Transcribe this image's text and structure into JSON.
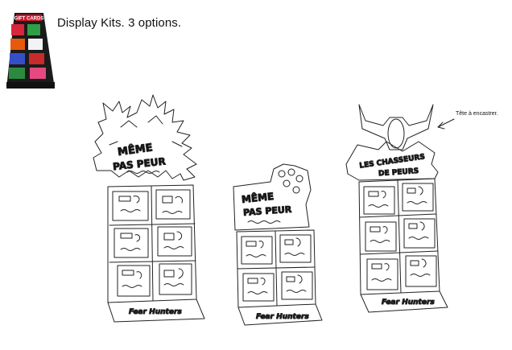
{
  "heading": "Display Kits. 3 options.",
  "thumbnail": {
    "header": "GIFT CARDS",
    "icon": "gift-card-display-photo"
  },
  "kits": [
    {
      "line1": "MÊME",
      "line2": "PAS PEUR",
      "brand": "Fear Hunters"
    },
    {
      "line1": "MÊME",
      "line2": "PAS PEUR",
      "brand": "Fear Hunters"
    },
    {
      "line1": "LES CHASSEURS",
      "line2": "DE PEURS",
      "brand": "Fear Hunters"
    }
  ],
  "annotation": "Tête à encastrer."
}
